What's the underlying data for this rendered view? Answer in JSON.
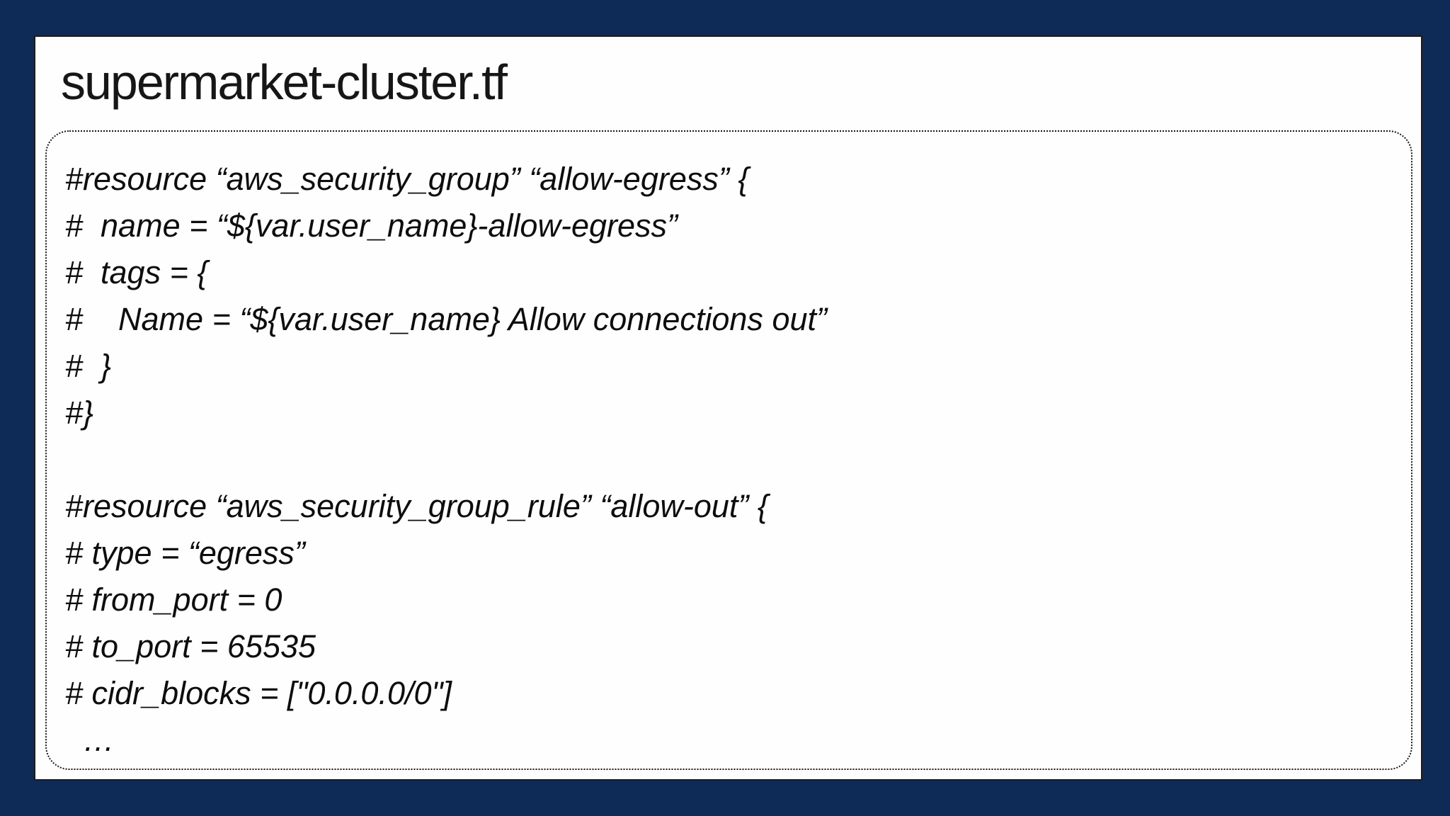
{
  "slide": {
    "title": "supermarket-cluster.tf",
    "code_lines": [
      "#resource “aws_security_group” “allow-egress” {",
      "#  name = “${var.user_name}-allow-egress”",
      "#  tags = {",
      "#    Name = “${var.user_name} Allow connections out”",
      "#  }",
      "#}",
      "",
      "#resource “aws_security_group_rule” “allow-out” {",
      "# type = “egress”",
      "# from_port = 0",
      "# to_port = 65535",
      "# cidr_blocks = [\"0.0.0.0/0\"]",
      "  …"
    ],
    "colors": {
      "frame": "#0e2a57",
      "card_background": "#fefefe",
      "card_border": "#1c1c1c",
      "text": "#0d0d0d"
    }
  }
}
